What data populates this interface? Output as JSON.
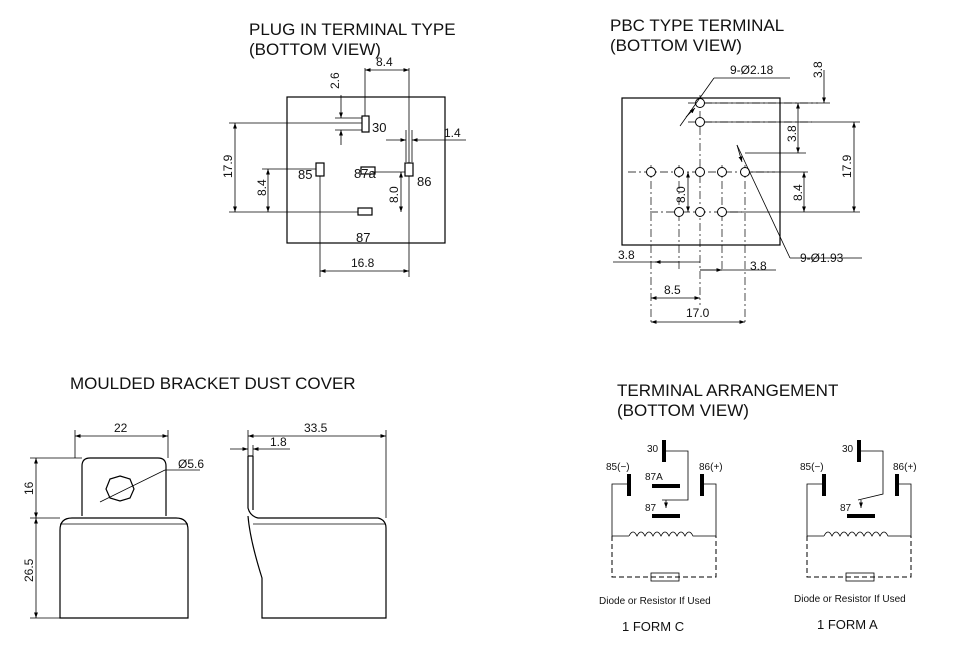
{
  "plug_in": {
    "title_1": "PLUG IN TERMINAL TYPE",
    "title_2": "(BOTTOM VIEW)",
    "dims": {
      "d_8_4_top": "8.4",
      "d_2_6": "2.6",
      "d_1_4": "1.4",
      "d_17_9": "17.9",
      "d_8_4_left": "8.4",
      "d_8_0": "8.0",
      "d_16_8": "16.8"
    },
    "pins": {
      "p30": "30",
      "p85": "85",
      "p87a": "87a",
      "p86": "86",
      "p87": "87"
    }
  },
  "pbc": {
    "title_1": "PBC TYPE TERMINAL",
    "title_2": "(BOTTOM VIEW)",
    "dims": {
      "d_hole_a": "9-Ø2.18",
      "d_3_8_top": "3.8",
      "d_3_8_mid": "3.8",
      "d_17_9": "17.9",
      "d_8_0": "8.0",
      "d_8_4": "8.4",
      "d_hole_b": "9-Ø1.93",
      "d_3_8_left": "3.8",
      "d_3_8_right": "3.8",
      "d_8_5": "8.5",
      "d_17_0": "17.0"
    }
  },
  "bracket": {
    "title": "MOULDED BRACKET DUST COVER",
    "dims": {
      "d_22": "22",
      "d_hole": "Ø5.6",
      "d_16": "16",
      "d_26_5": "26.5",
      "d_33_5": "33.5",
      "d_1_8": "1.8"
    }
  },
  "arrangement": {
    "title_1": "TERMINAL ARRANGEMENT",
    "title_2": "(BOTTOM VIEW)",
    "form_c": {
      "t30": "30",
      "t85": "85(−)",
      "t86": "86(+)",
      "t87a": "87A",
      "t87": "87",
      "note": "Diode or Resistor If Used",
      "caption": "1 FORM C"
    },
    "form_a": {
      "t30": "30",
      "t85": "85(−)",
      "t86": "86(+)",
      "t87": "87",
      "note": "Diode or Resistor If Used",
      "caption": "1 FORM A"
    }
  }
}
